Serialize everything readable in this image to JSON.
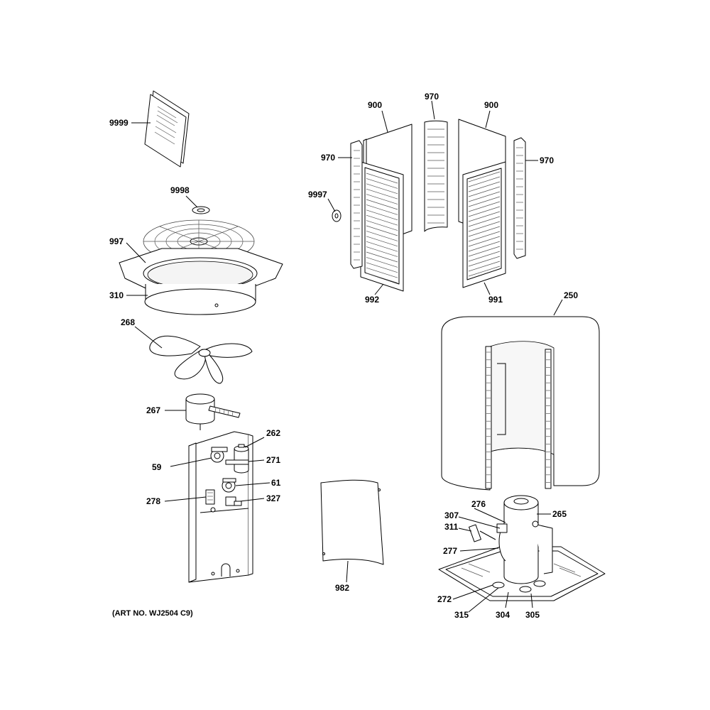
{
  "art_number": "(ART NO. WJ2504 C9)",
  "callouts": {
    "c9999": "9999",
    "c9998": "9998",
    "c997": "997",
    "c310": "310",
    "c268": "268",
    "c267": "267",
    "c262": "262",
    "c271": "271",
    "c59": "59",
    "c61": "61",
    "c278": "278",
    "c327": "327",
    "c900a": "900",
    "c970top": "970",
    "c900b": "900",
    "c970left": "970",
    "c970right": "970",
    "c9997": "9997",
    "c992": "992",
    "c991": "991",
    "c250": "250",
    "c982": "982",
    "c307": "307",
    "c276": "276",
    "c265": "265",
    "c311": "311",
    "c277": "277",
    "c272": "272",
    "c315": "315",
    "c304": "304",
    "c305": "305"
  }
}
